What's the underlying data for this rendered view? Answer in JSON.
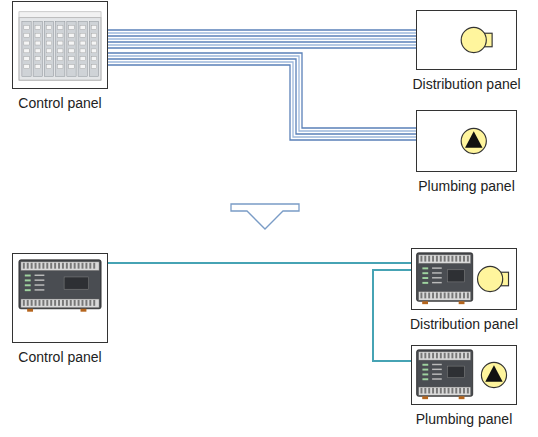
{
  "diagram": {
    "nodes": [
      {
        "text": [
          "Control panel"
        ]
      },
      {
        "text": [
          "Distribution panel"
        ]
      },
      {
        "text": [
          "Plumbing panel"
        ]
      },
      {
        "text": [
          "Control panel"
        ]
      },
      {
        "text": [
          "Distribution panel"
        ]
      },
      {
        "text": [
          "Plumbing panel"
        ]
      }
    ],
    "edges": [
      {
        "from": 0,
        "to": 1,
        "arrow": "none"
      },
      {
        "from": 0,
        "to": 2,
        "arrow": "none"
      },
      {
        "from": 3,
        "to": 4,
        "arrow": "none"
      },
      {
        "from": 4,
        "to": 5,
        "arrow": "none"
      }
    ]
  }
}
